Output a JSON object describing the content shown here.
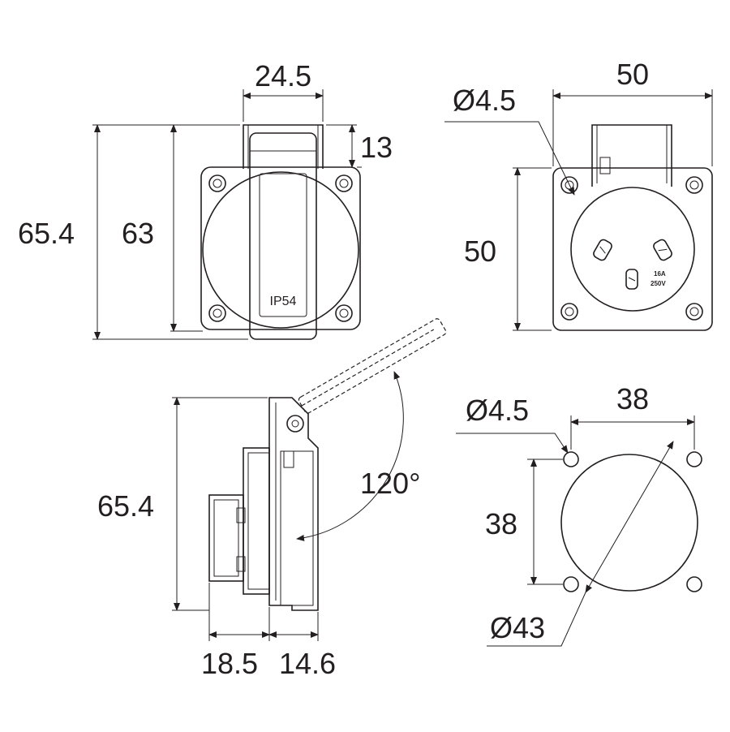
{
  "front_view": {
    "width_label": "24.5",
    "flap_height_label": "13",
    "overall_height_label": "65.4",
    "body_height_label": "63",
    "ip_rating": "IP54"
  },
  "rear_view": {
    "hole_diameter_label": "Ø4.5",
    "width_label": "50",
    "height_label": "50",
    "rating_current": "16A",
    "rating_voltage": "250V"
  },
  "side_view": {
    "height_label": "65.4",
    "angle_label": "120°",
    "depth_rear_label": "18.5",
    "depth_front_label": "14.6"
  },
  "cutout_view": {
    "hole_diameter_label": "Ø4.5",
    "width_label": "38",
    "height_label": "38",
    "circle_diameter_label": "Ø43"
  }
}
